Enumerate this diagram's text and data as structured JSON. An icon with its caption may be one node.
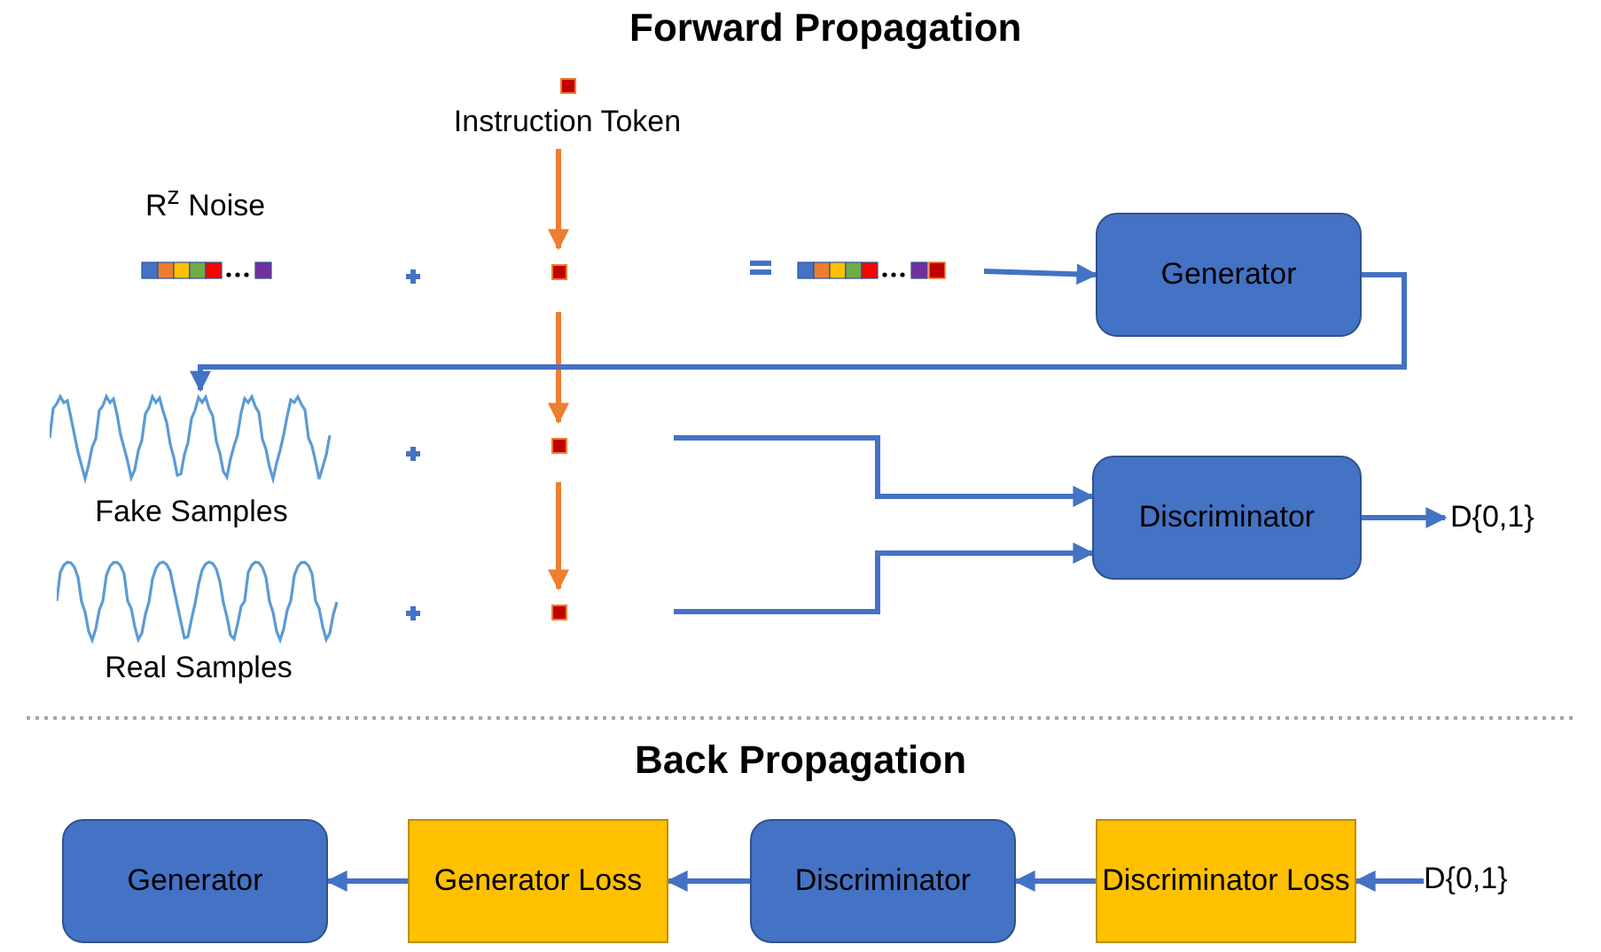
{
  "diagram": {
    "title": "Forward Propagation",
    "nodes": [
      {
        "text": [
          "Instruction Token"
        ]
      },
      {
        "text": [],
        "shape": "box"
      },
      {
        "text": [],
        "shape": "picture"
      },
      {
        "text": [
          "Generator"
        ]
      },
      {
        "text": [
          "Fake Samples"
        ]
      },
      {
        "text": [],
        "shape": "box"
      },
      {
        "text": [
          "Real Samples"
        ]
      },
      {
        "text": [],
        "shape": "box"
      },
      {
        "text": [
          "Discriminator"
        ]
      },
      {
        "text": [
          "D{0,1}"
        ]
      },
      {
        "text": [
          "Generator"
        ]
      },
      {
        "text": [
          "Generator Loss"
        ]
      },
      {
        "text": [
          "Discriminator"
        ]
      },
      {
        "text": [
          "Discriminator Loss"
        ]
      },
      {
        "text": [
          "D{0,1}"
        ]
      }
    ],
    "edges": [
      {
        "from": 0,
        "to": 1,
        "arrow": "to",
        "color": "#ed7d31"
      },
      {
        "from": 1,
        "to": 5,
        "arrow": "to",
        "color": "#ed7d31"
      },
      {
        "from": 5,
        "to": 7,
        "arrow": "to",
        "color": "#ed7d31"
      },
      {
        "from": 2,
        "to": 3,
        "arrow": "to"
      },
      {
        "from": 3,
        "to": 4,
        "arrow": "to"
      },
      {
        "from": 5,
        "to": 8,
        "arrow": "to"
      },
      {
        "from": 7,
        "to": 8,
        "arrow": "to"
      },
      {
        "from": 8,
        "to": 9,
        "arrow": "to"
      },
      {
        "from": 14,
        "to": 13,
        "arrow": "to"
      },
      {
        "from": 13,
        "to": 12,
        "arrow": "to"
      },
      {
        "from": 12,
        "to": 11,
        "arrow": "to"
      },
      {
        "from": 11,
        "to": 10,
        "arrow": "to"
      }
    ],
    "labels": [
      "R$^{z}$ Noise",
      "Back Propagation"
    ]
  }
}
